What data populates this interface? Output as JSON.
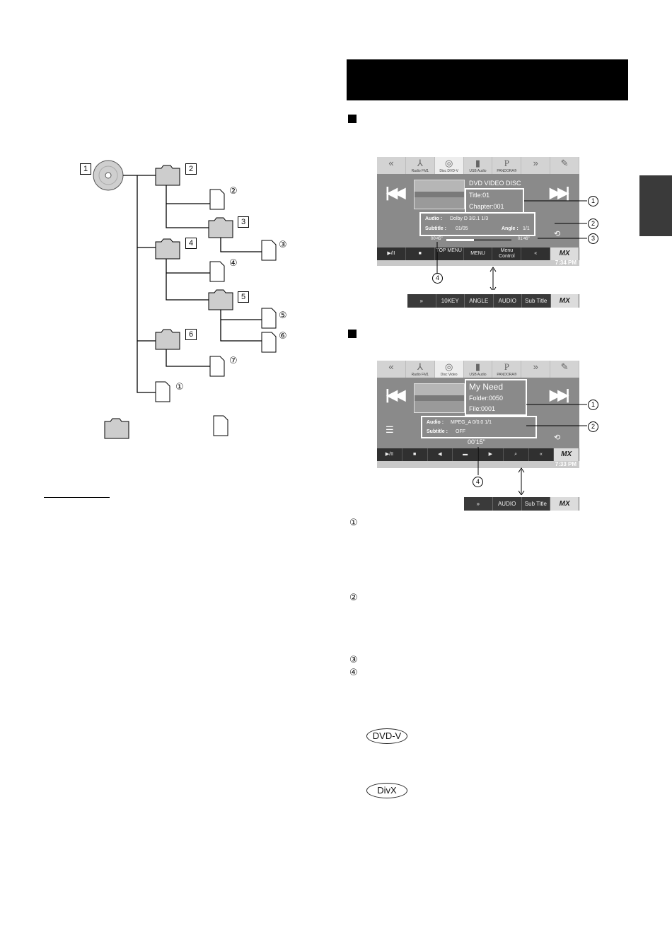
{
  "tree": {
    "boxed_numbers": [
      "1",
      "2",
      "3",
      "4",
      "5",
      "6"
    ],
    "circled_numbers": [
      "②",
      "③",
      "④",
      "⑤",
      "⑥",
      "⑦",
      "①"
    ]
  },
  "screen1": {
    "tabs": [
      {
        "icon": "«",
        "label": ""
      },
      {
        "icon": "⅄",
        "label": "Radio FM1"
      },
      {
        "icon": "◎",
        "label": "Disc DVD-V"
      },
      {
        "icon": "▮",
        "label": "USB Audio"
      },
      {
        "icon": "P",
        "label": "PANDORA®"
      },
      {
        "icon": "»",
        "label": ""
      },
      {
        "icon": "✎",
        "label": ""
      }
    ],
    "disc_title": "DVD VIDEO DISC",
    "title_line": "Title:01",
    "chapter_line": "Chapter:001",
    "audio_label": "Audio :",
    "audio_value": "Dolby  D    3/2.1    1/3",
    "subtitle_label": "Subtitle :",
    "subtitle_value": "01/05",
    "angle_label": "Angle :",
    "angle_value": "1/1",
    "elapsed": "00'45\"",
    "total": "01'46\"",
    "progress": 0.42,
    "controls": [
      "▶/II",
      "■",
      "TOP MENU",
      "MENU",
      "Menu Control",
      "«",
      "MX"
    ],
    "clock": "7:34 PM",
    "sub_toolbar": [
      "»",
      "10KEY",
      "ANGLE",
      "AUDIO",
      "Sub Title",
      "MX"
    ]
  },
  "screen2": {
    "tabs": [
      {
        "icon": "«",
        "label": ""
      },
      {
        "icon": "⅄",
        "label": "Radio FM1"
      },
      {
        "icon": "◎",
        "label": "Disc Video"
      },
      {
        "icon": "▮",
        "label": "USB Audio"
      },
      {
        "icon": "P",
        "label": "PANDORA®"
      },
      {
        "icon": "»",
        "label": ""
      },
      {
        "icon": "✎",
        "label": ""
      }
    ],
    "file_title": "My Need",
    "folder_line": "Folder:0050",
    "file_line": "File:0001",
    "audio_label": "Audio :",
    "audio_value": "MPEG_A   0/0.0   1/1",
    "subtitle_label": "Subtitle :",
    "subtitle_value": "OFF",
    "elapsed": "00'15\"",
    "controls": [
      "▶/II",
      "■",
      "◀",
      "▬",
      "▶",
      "⌕",
      "«",
      "MX"
    ],
    "clock": "7:33 PM",
    "sub_toolbar": [
      "»",
      "AUDIO",
      "Sub Title",
      "MX"
    ]
  },
  "callouts": {
    "c1": "1",
    "c2": "2",
    "c3": "3",
    "c4": "4"
  },
  "legend_numbers": [
    "①",
    "②",
    "③",
    "④"
  ],
  "badges": {
    "dvdv": "DVD-V",
    "divx": "DivX"
  }
}
